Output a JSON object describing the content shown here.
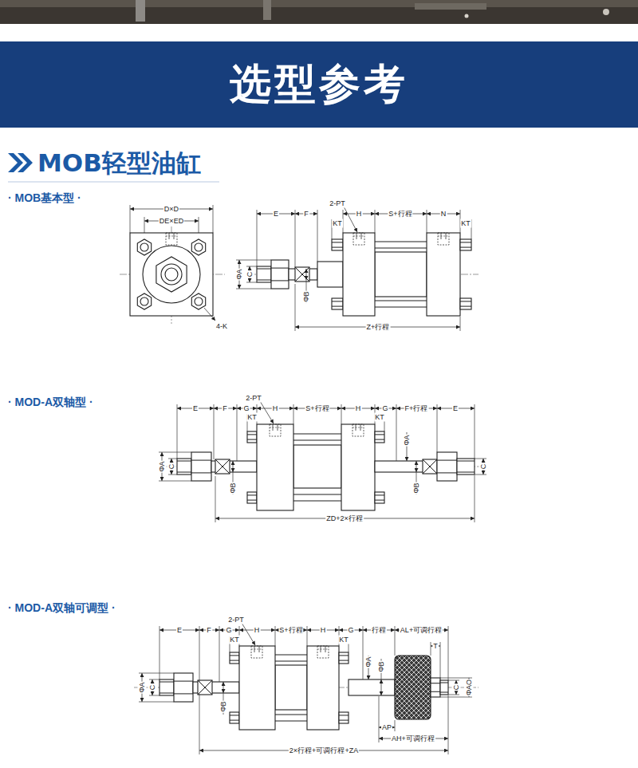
{
  "diagram": {
    "title": "MOB轻型油缸",
    "nodes": [
      {
        "text": [
          "选型参考"
        ]
      }
    ],
    "labels": [
      "· MOB基本型 ·",
      "D×D",
      "DE×ED",
      "4-K",
      "E",
      "F",
      "2-PT",
      "H",
      "S+行程",
      "N",
      "KT",
      "KT",
      "ΦA",
      "C",
      "ΦB",
      "Z+行程",
      "· MOD-A双轴型 ·",
      "E",
      "F",
      "2-PT",
      "G",
      "H",
      "S+行程",
      "H",
      "G",
      "F+行程",
      "E",
      "KT",
      "KT",
      "ΦA",
      "C",
      "ΦB",
      "ΦA",
      "ΦB",
      "C",
      "ZD+2×行程",
      "· MOD-A双轴可调型 ·",
      "E",
      "F",
      "2-PT",
      "G",
      "H",
      "S+行程",
      "H",
      "G",
      "行程",
      "AL+可调行程",
      "KT",
      "KT",
      "T",
      "ΦA",
      "C",
      "ΦB",
      "ΦA",
      "ΦB",
      "C",
      "ΦAO",
      "AP",
      "AH+可调行程",
      "2×行程+可调行程+ZA"
    ]
  }
}
